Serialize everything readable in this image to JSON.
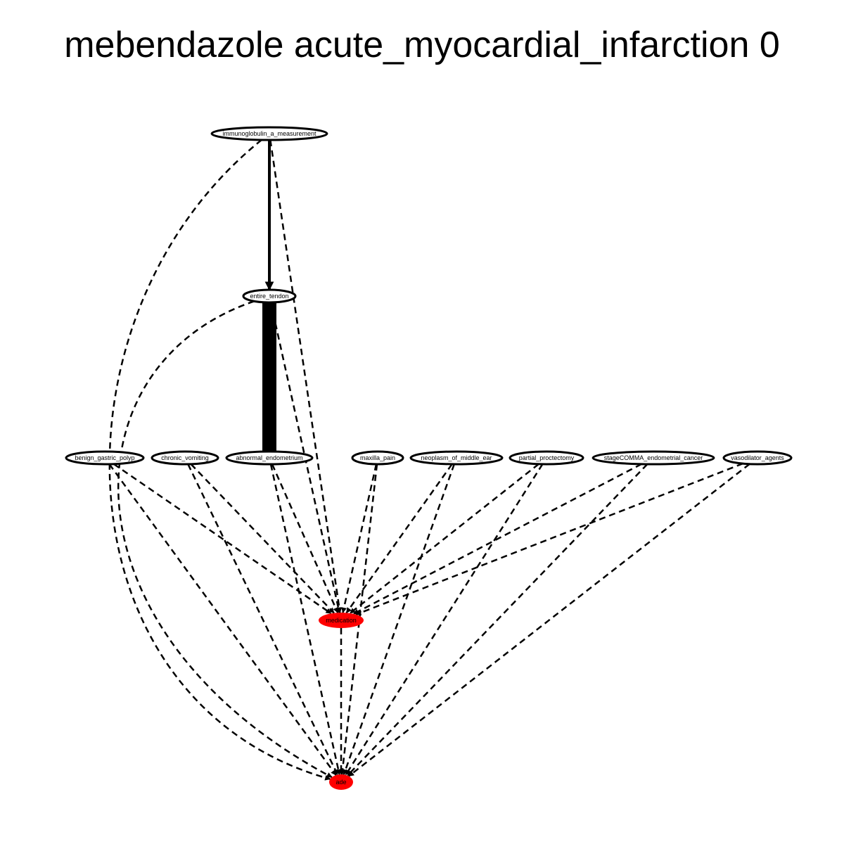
{
  "title": "mebendazole acute_myocardial_infarction 0",
  "colors": {
    "node_fill": "#ffffff",
    "highlight_fill": "#ff0000",
    "stroke": "#000000"
  },
  "nodes": [
    {
      "id": "immunoglobulin_a_measurement",
      "label": "immunoglobulin_a_measurement",
      "highlight": false
    },
    {
      "id": "entire_tendon",
      "label": "entire_tendon",
      "highlight": false
    },
    {
      "id": "benign_gastric_polyp",
      "label": "benign_gastric_polyp",
      "highlight": false
    },
    {
      "id": "chronic_vomiting",
      "label": "chronic_vomiting",
      "highlight": false
    },
    {
      "id": "abnormal_endometrium",
      "label": "abnormal_endometrium",
      "highlight": false
    },
    {
      "id": "maxilla_pain",
      "label": "maxilla_pain",
      "highlight": false
    },
    {
      "id": "neoplasm_of_middle_ear",
      "label": "neoplasm_of_middle_ear",
      "highlight": false
    },
    {
      "id": "partial_proctectomy",
      "label": "partial_proctectomy",
      "highlight": false
    },
    {
      "id": "stageCOMMA_endometrial_cancer",
      "label": "stageCOMMA_endometrial_cancer",
      "highlight": false
    },
    {
      "id": "vasodilator_agents",
      "label": "vasodilator_agents",
      "highlight": false
    },
    {
      "id": "medication",
      "label": "medication",
      "highlight": true
    },
    {
      "id": "ade",
      "label": "ade",
      "highlight": true
    }
  ],
  "edges": [
    {
      "from": "immunoglobulin_a_measurement",
      "to": "entire_tendon",
      "style": "solid",
      "weight": "medium"
    },
    {
      "from": "entire_tendon",
      "to": "abnormal_endometrium",
      "style": "solid",
      "weight": "heavy"
    },
    {
      "from": "immunoglobulin_a_measurement",
      "to": "medication",
      "style": "dashed",
      "weight": "light"
    },
    {
      "from": "immunoglobulin_a_measurement",
      "to": "ade",
      "style": "dashed",
      "weight": "light"
    },
    {
      "from": "entire_tendon",
      "to": "medication",
      "style": "dashed",
      "weight": "light"
    },
    {
      "from": "entire_tendon",
      "to": "ade",
      "style": "dashed",
      "weight": "light"
    },
    {
      "from": "benign_gastric_polyp",
      "to": "medication",
      "style": "dashed",
      "weight": "light"
    },
    {
      "from": "benign_gastric_polyp",
      "to": "ade",
      "style": "dashed",
      "weight": "light"
    },
    {
      "from": "chronic_vomiting",
      "to": "medication",
      "style": "dashed",
      "weight": "light"
    },
    {
      "from": "chronic_vomiting",
      "to": "ade",
      "style": "dashed",
      "weight": "light"
    },
    {
      "from": "abnormal_endometrium",
      "to": "medication",
      "style": "dashed",
      "weight": "light"
    },
    {
      "from": "abnormal_endometrium",
      "to": "ade",
      "style": "dashed",
      "weight": "light"
    },
    {
      "from": "maxilla_pain",
      "to": "medication",
      "style": "dashed",
      "weight": "light"
    },
    {
      "from": "maxilla_pain",
      "to": "ade",
      "style": "dashed",
      "weight": "light"
    },
    {
      "from": "neoplasm_of_middle_ear",
      "to": "medication",
      "style": "dashed",
      "weight": "light"
    },
    {
      "from": "neoplasm_of_middle_ear",
      "to": "ade",
      "style": "dashed",
      "weight": "light"
    },
    {
      "from": "partial_proctectomy",
      "to": "medication",
      "style": "dashed",
      "weight": "light"
    },
    {
      "from": "partial_proctectomy",
      "to": "ade",
      "style": "dashed",
      "weight": "light"
    },
    {
      "from": "stageCOMMA_endometrial_cancer",
      "to": "medication",
      "style": "dashed",
      "weight": "light"
    },
    {
      "from": "stageCOMMA_endometrial_cancer",
      "to": "ade",
      "style": "dashed",
      "weight": "light"
    },
    {
      "from": "vasodilator_agents",
      "to": "medication",
      "style": "dashed",
      "weight": "light"
    },
    {
      "from": "vasodilator_agents",
      "to": "ade",
      "style": "dashed",
      "weight": "light"
    },
    {
      "from": "medication",
      "to": "ade",
      "style": "dashed",
      "weight": "light"
    }
  ]
}
